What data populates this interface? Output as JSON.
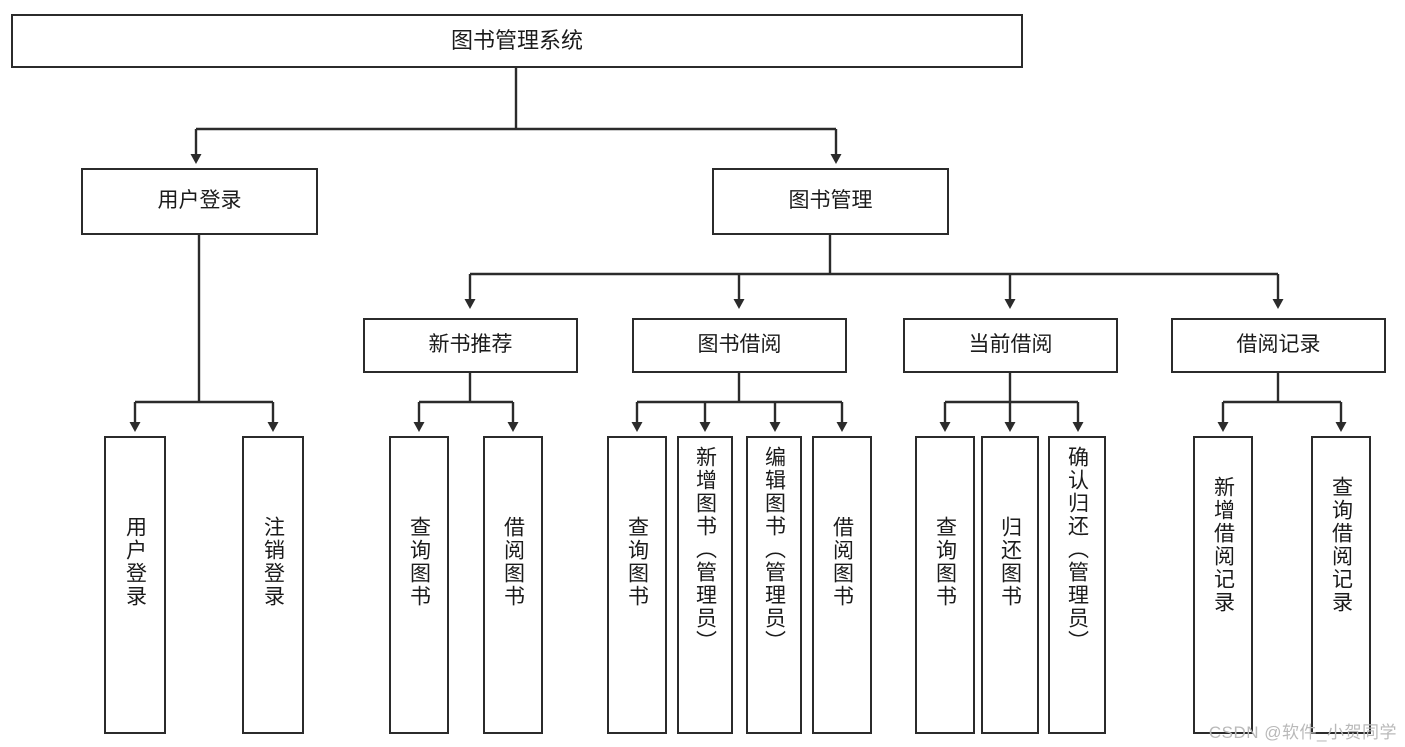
{
  "diagram": {
    "type": "tree-hierarchy",
    "title": "图书管理系统",
    "watermark": "CSDN @软件_小贺同学",
    "colors": {
      "background": "#ffffff",
      "node_border": "#2b2b2b",
      "node_fill": "#ffffff",
      "edge": "#2b2b2b",
      "text": "#1b1b1b",
      "watermark": "#b9b9b9"
    },
    "nodes": {
      "root": {
        "label": "图书管理系统",
        "level": 0,
        "orientation": "horizontal"
      },
      "user_login": {
        "label": "用户登录",
        "level": 1,
        "orientation": "horizontal"
      },
      "book_manage": {
        "label": "图书管理",
        "level": 1,
        "orientation": "horizontal"
      },
      "new_book_rec": {
        "label": "新书推荐",
        "level": 2,
        "orientation": "horizontal"
      },
      "book_borrow": {
        "label": "图书借阅",
        "level": 2,
        "orientation": "horizontal"
      },
      "current_borrow": {
        "label": "当前借阅",
        "level": 2,
        "orientation": "horizontal"
      },
      "borrow_record": {
        "label": "借阅记录",
        "level": 2,
        "orientation": "horizontal"
      },
      "leaf_user_login": {
        "label": "用户登录",
        "level": 2,
        "orientation": "vertical"
      },
      "leaf_user_logout": {
        "label": "注销登录",
        "level": 2,
        "orientation": "vertical"
      },
      "leaf_query_book_1": {
        "label": "查询图书",
        "level": 3,
        "orientation": "vertical"
      },
      "leaf_borrow_book_1": {
        "label": "借阅图书",
        "level": 3,
        "orientation": "vertical"
      },
      "leaf_query_book_2": {
        "label": "查询图书",
        "level": 3,
        "orientation": "vertical"
      },
      "leaf_add_book": {
        "label": "新增图书（管理员）",
        "level": 3,
        "orientation": "vertical"
      },
      "leaf_edit_book": {
        "label": "编辑图书（管理员）",
        "level": 3,
        "orientation": "vertical"
      },
      "leaf_borrow_book_2": {
        "label": "借阅图书",
        "level": 3,
        "orientation": "vertical"
      },
      "leaf_query_book_3": {
        "label": "查询图书",
        "level": 3,
        "orientation": "vertical"
      },
      "leaf_return_book": {
        "label": "归还图书",
        "level": 3,
        "orientation": "vertical"
      },
      "leaf_confirm_return": {
        "label": "确认归还（管理员）",
        "level": 3,
        "orientation": "vertical"
      },
      "leaf_add_record": {
        "label": "新增借阅记录",
        "level": 3,
        "orientation": "vertical"
      },
      "leaf_query_record": {
        "label": "查询借阅记录",
        "level": 3,
        "orientation": "vertical"
      }
    },
    "edges": [
      {
        "from": "root",
        "to": "user_login"
      },
      {
        "from": "root",
        "to": "book_manage"
      },
      {
        "from": "user_login",
        "to": "leaf_user_login"
      },
      {
        "from": "user_login",
        "to": "leaf_user_logout"
      },
      {
        "from": "book_manage",
        "to": "new_book_rec"
      },
      {
        "from": "book_manage",
        "to": "book_borrow"
      },
      {
        "from": "book_manage",
        "to": "current_borrow"
      },
      {
        "from": "book_manage",
        "to": "borrow_record"
      },
      {
        "from": "new_book_rec",
        "to": "leaf_query_book_1"
      },
      {
        "from": "new_book_rec",
        "to": "leaf_borrow_book_1"
      },
      {
        "from": "book_borrow",
        "to": "leaf_query_book_2"
      },
      {
        "from": "book_borrow",
        "to": "leaf_add_book"
      },
      {
        "from": "book_borrow",
        "to": "leaf_edit_book"
      },
      {
        "from": "book_borrow",
        "to": "leaf_borrow_book_2"
      },
      {
        "from": "current_borrow",
        "to": "leaf_query_book_3"
      },
      {
        "from": "current_borrow",
        "to": "leaf_return_book"
      },
      {
        "from": "current_borrow",
        "to": "leaf_confirm_return"
      },
      {
        "from": "borrow_record",
        "to": "leaf_add_record"
      },
      {
        "from": "borrow_record",
        "to": "leaf_query_record"
      }
    ]
  }
}
